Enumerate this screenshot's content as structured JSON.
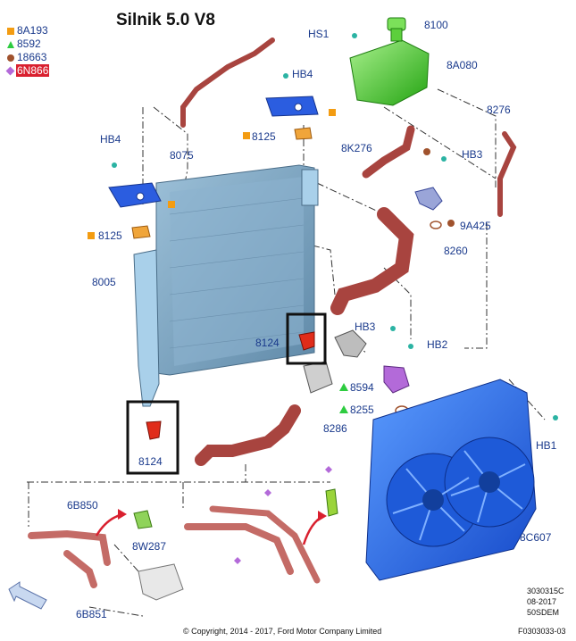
{
  "title": "Silnik 5.0 V8",
  "legend": [
    {
      "color": "#f39c12",
      "shape": "square",
      "code": "8A193"
    },
    {
      "color": "#2ecc40",
      "shape": "triangle",
      "code": "8592"
    },
    {
      "color": "#a0522d",
      "shape": "circle",
      "code": "18663"
    },
    {
      "color": "#b36ad9",
      "shape": "diamond",
      "code": "6N866"
    }
  ],
  "labels": {
    "hs1": "HS1",
    "p8100": "8100",
    "p8a080": "8A080",
    "hb4_top": "HB4",
    "p8276": "8276",
    "hb4_left": "HB4",
    "p8075": "8075",
    "p8125_top": "8125",
    "p8k276": "8K276",
    "hb3_top": "HB3",
    "p9a425": "9A425",
    "p8125_left": "8125",
    "p8260": "8260",
    "p8005": "8005",
    "hb3_mid": "HB3",
    "hb2": "HB2",
    "p8124_mid": "8124",
    "p8594": "8594",
    "p8255": "8255",
    "p8286": "8286",
    "p8124_low": "8124",
    "hb1": "HB1",
    "p6b850": "6B850",
    "p8w287": "8W287",
    "p8c607": "8C607",
    "p6b851": "6B851"
  },
  "footer": {
    "code1": "3030315C",
    "date": "08-2017",
    "code2": "50SDEM",
    "code3": "F0303033-03",
    "copyright": "© Copyright, 2014 - 2017, Ford Motor Company Limited"
  },
  "colors": {
    "label": "#1a3a8c",
    "radiator": "#7fa6c4",
    "hose": "#b5524e",
    "fan": "#2f6fe8",
    "reservoir": "#3fc52d",
    "highlight_box": "#111111"
  },
  "icons": [
    "direction-arrow-icon",
    "red-arrow-icon"
  ]
}
